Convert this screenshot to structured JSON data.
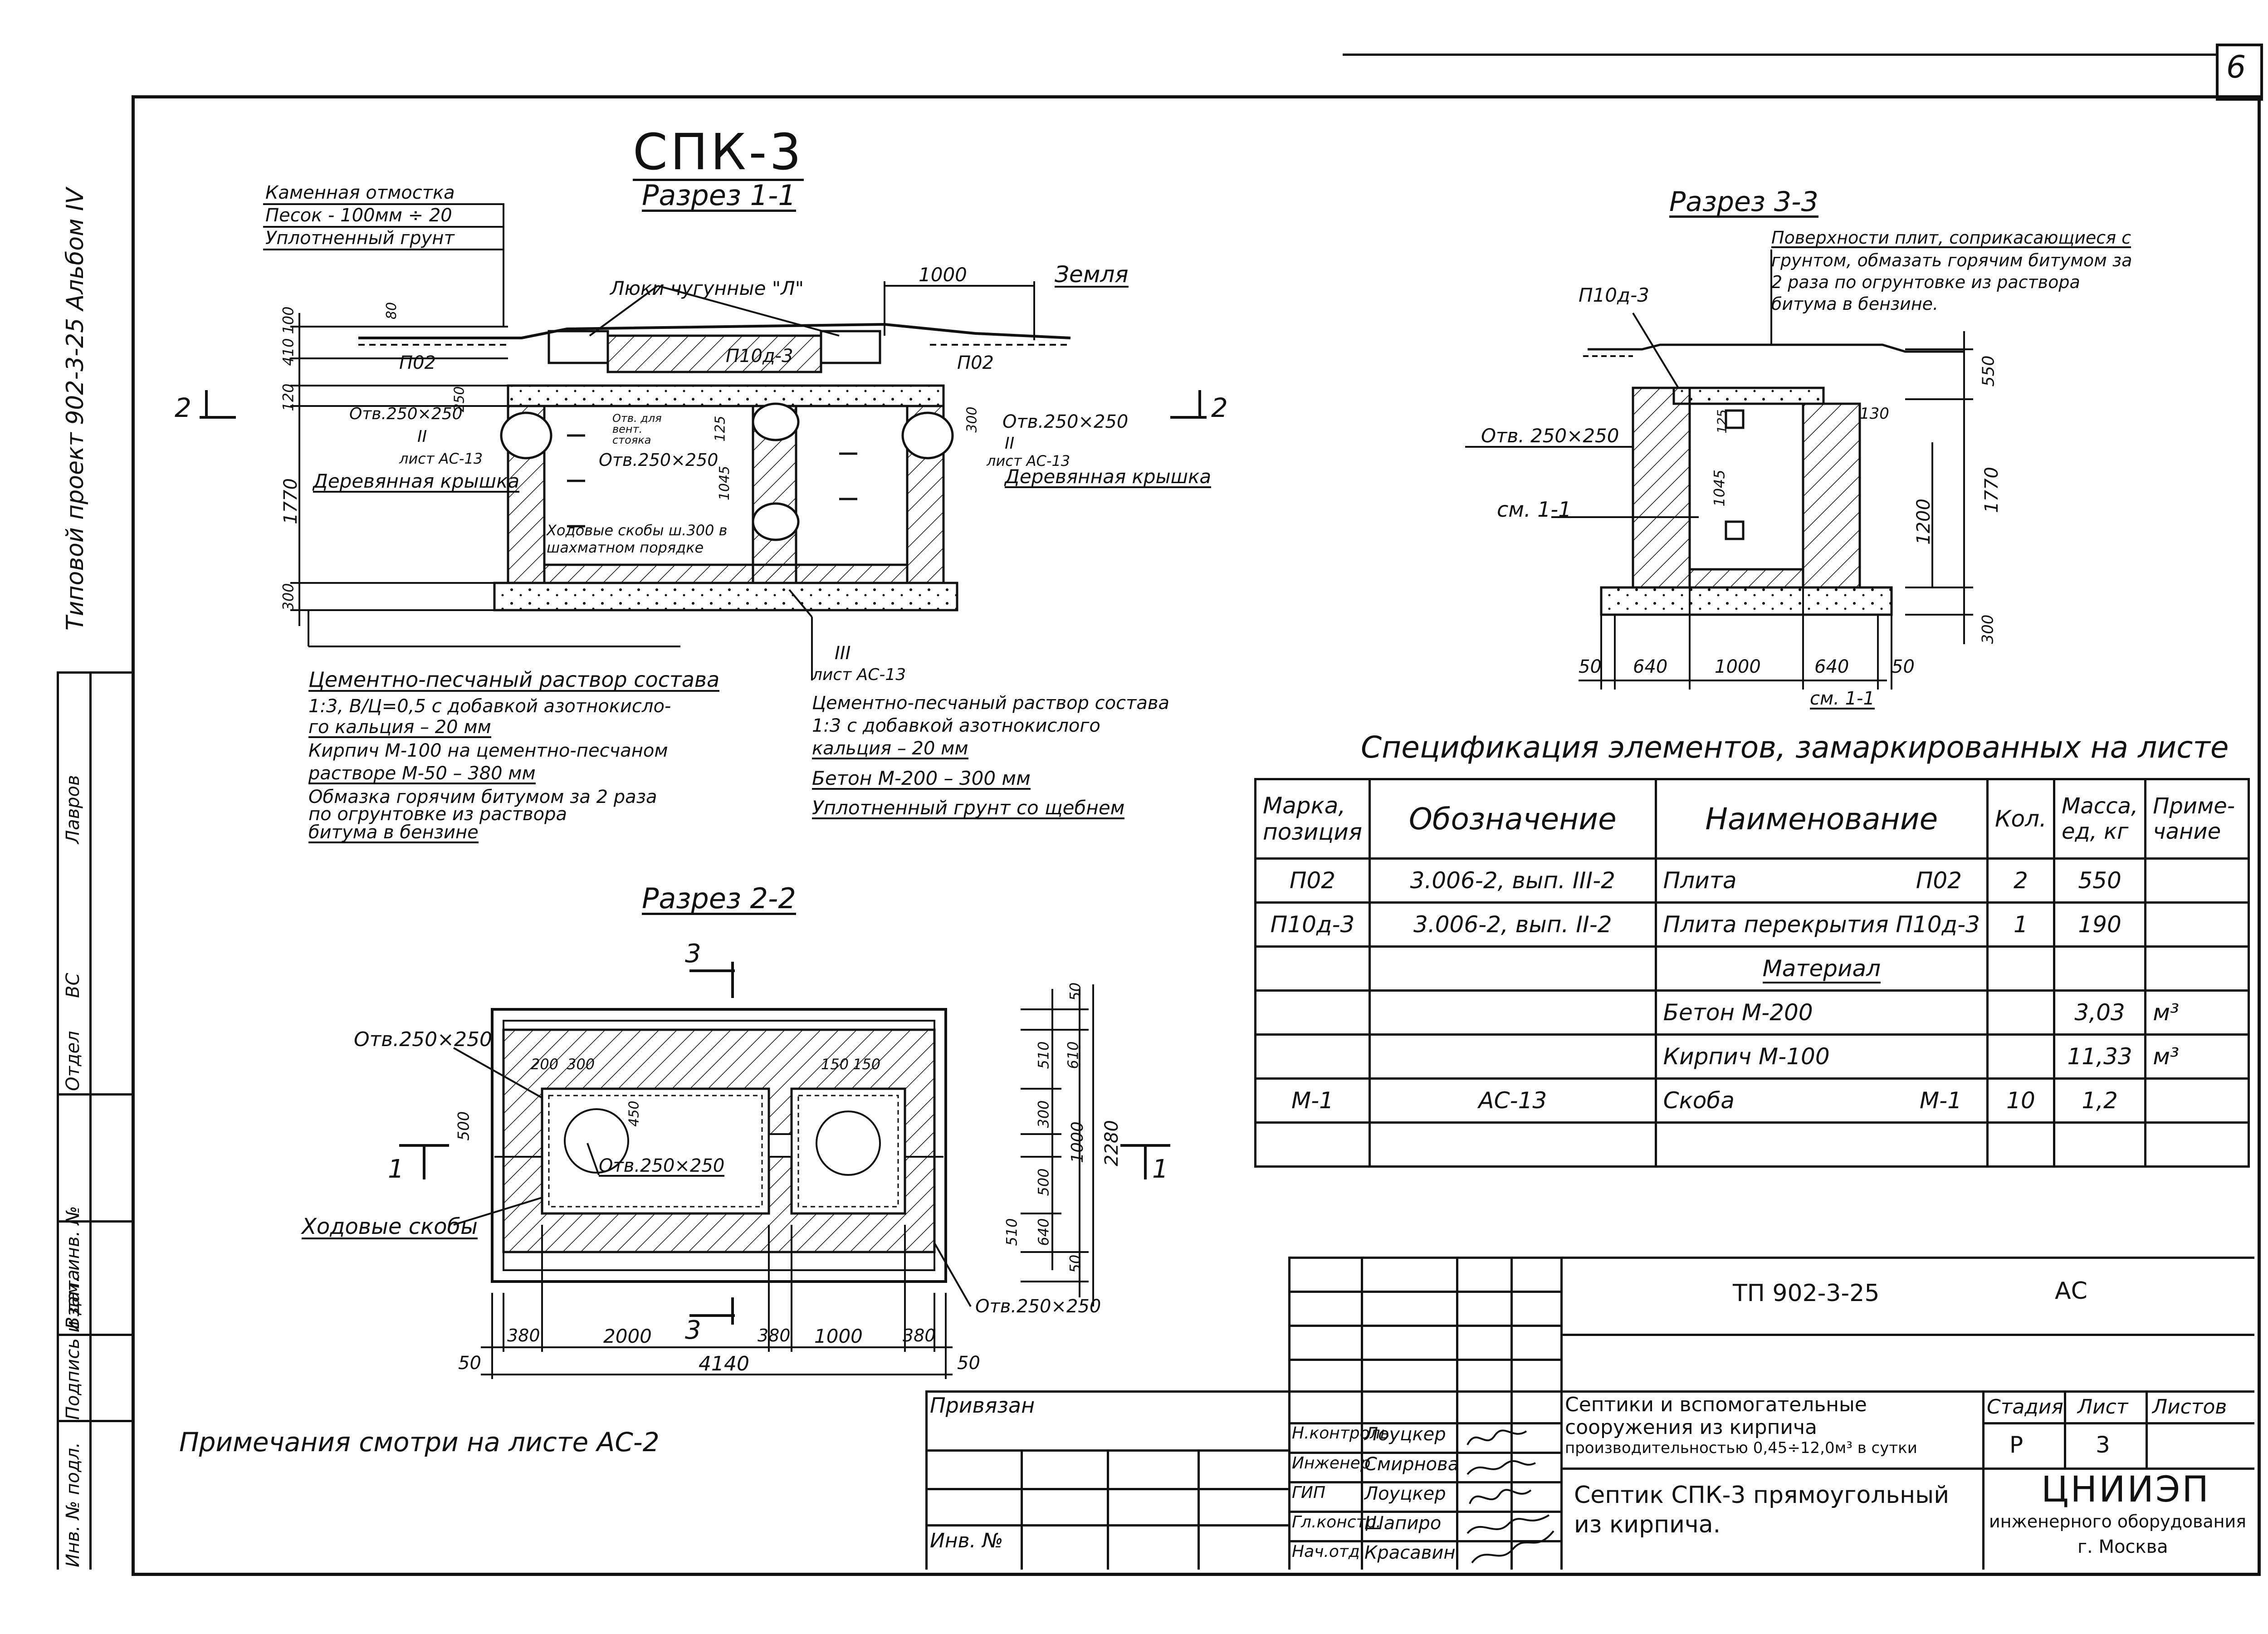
{
  "sheet_number": "6",
  "album_label": "Типовой проект 902-3-25 Альбом IV",
  "main_title": "СПК-3",
  "section_1": {
    "title": "Разрез 1-1",
    "layers": [
      "Каменная отмостка",
      "Песок - 100мм ÷ 20",
      "Уплотненный грунт"
    ],
    "labels": {
      "hatches": "Люки чугунные \"Л\"",
      "ground": "Земля",
      "w1000": "1000",
      "po2_left": "П02",
      "po2_right": "П02",
      "p10": "П10д-3",
      "hole_left": "Отв.250×250",
      "sheet_left_ii": "II",
      "sheet_left": "лист АС-13",
      "lid_left": "Деревянная крышка",
      "vent": "Отв. для вент. стояка",
      "hole_mid": "Отв.250×250",
      "d1045": "1045",
      "d125": "125",
      "d300": "300",
      "hole_right": "Отв.250×250",
      "sheet_right_ii": "II",
      "sheet_right": "лист АС-13",
      "lid_right": "Деревянная крышка",
      "rungs": "Ходовые скобы ш.300 в шахматном порядке",
      "iii": "III",
      "sheet_iii": "лист АС-13",
      "dim_100": "100",
      "dim_410": "410",
      "dim_120": "120",
      "dim_1770": "1770",
      "dim_300": "300",
      "dim_80": "80",
      "dim_250": "250",
      "cut_left": "2",
      "cut_right": "2"
    },
    "notes_left": [
      "Цементно-песчаный раствор состава",
      "1:3, В/Ц=0,5 с добавкой азотнокисло-",
      "го кальция  –            20 мм",
      "Кирпич М-100 на цементно-песчаном",
      "растворе М-50   –         380 мм",
      "Обмазка горячим битумом  за 2 раза",
      "по огрунтовке из раствора",
      "битума в бензине"
    ],
    "notes_right": [
      "Цементно-песчаный раствор состава",
      "1:3 с добавкой азотнокислого",
      "кальция –                 20 мм",
      "Бетон М-200          –    300 мм",
      "Уплотненный грунт со щебнем"
    ]
  },
  "section_3": {
    "title": "Разрез 3-3",
    "note": [
      "Поверхности плит, соприкасающиеся с",
      "грунтом, обмазать горячим битумом за",
      "2 раза по огрунтовке из раствора",
      "битума в бензине."
    ],
    "p10": "П10д-3",
    "hole": "Отв. 250×250",
    "see": "см. 1-1",
    "see2": "см. 1-1",
    "dims": [
      "50",
      "640",
      "1000",
      "640",
      "50"
    ],
    "v_dims": [
      "550",
      "1770",
      "1200",
      "300"
    ],
    "d130": "130",
    "d125": "125",
    "d1045": "1045"
  },
  "section_2": {
    "title": "Разрез 2-2",
    "hole_left": "Отв.250×250",
    "hole_mid": "Отв.250×250",
    "hole_right": "Отв.250×250",
    "rungs": "Ходовые скобы",
    "top_dims": [
      "200",
      "300",
      "150",
      "150"
    ],
    "d450": "450",
    "d500": "500",
    "right_dims": [
      "50",
      "510",
      "610",
      "300",
      "1000",
      "500",
      "510",
      "640",
      "50",
      "2280"
    ],
    "bottom_dims": [
      "380",
      "2000",
      "380",
      "1000",
      "380"
    ],
    "total": "4140",
    "edge_left": "50",
    "edge_right": "50",
    "cut_1_left": "1",
    "cut_1_right": "1",
    "cut_3_top": "3",
    "cut_3_bottom": "3"
  },
  "spec": {
    "title": "Спецификация элементов, замаркированных на листе",
    "headers": [
      "Марка, позиция",
      "Обозначение",
      "Наименование",
      "Кол.",
      "Масса, ед, кг",
      "Приме- чание"
    ],
    "rows": [
      {
        "mark": "П02",
        "code": "3.006-2, вып. III-2",
        "name": "Плита",
        "name2": "П02",
        "qty": "2",
        "mass": "550",
        "note": ""
      },
      {
        "mark": "П10д-3",
        "code": "3.006-2, вып. II-2",
        "name": "Плита перекрытия П10д-3",
        "name2": "",
        "qty": "1",
        "mass": "190",
        "note": ""
      },
      {
        "mark": "",
        "code": "",
        "name": "Материал",
        "name2": "",
        "qty": "",
        "mass": "",
        "note": ""
      },
      {
        "mark": "",
        "code": "",
        "name": "Бетон  М-200",
        "name2": "",
        "qty": "",
        "mass": "3,03",
        "note": "м³"
      },
      {
        "mark": "",
        "code": "",
        "name": "Кирпич  М-100",
        "name2": "",
        "qty": "",
        "mass": "11,33",
        "note": "м³"
      },
      {
        "mark": "М-1",
        "code": "АС-13",
        "name": "Скоба",
        "name2": "М-1",
        "qty": "10",
        "mass": "1,2",
        "note": ""
      },
      {
        "mark": "",
        "code": "",
        "name": "",
        "name2": "",
        "qty": "",
        "mass": "",
        "note": ""
      }
    ]
  },
  "notes_ref": "Примечания смотри на листе АС-2",
  "stamp": {
    "privyazan": "Привязан",
    "inv": "Инв. №",
    "project_code": "ТП 902-3-25",
    "set": "АС",
    "object": [
      "Септики и вспомогательные",
      "сооружения из кирпича",
      "производительностью 0,45÷12,0м³ в сутки"
    ],
    "sheet_title": [
      "Септик СПК-3 прямоугольный",
      "из кирпича."
    ],
    "stage_label": "Стадия",
    "sheet_label": "Лист",
    "sheets_label": "Листов",
    "stage": "Р",
    "sheet": "3",
    "org": "ЦНИИЭП",
    "org2": "инженерного оборудования",
    "city": "г. Москва",
    "staff": [
      {
        "role": "Н.контроль",
        "name": "Лоуцкер"
      },
      {
        "role": "Инженер",
        "name": "Смирнова"
      },
      {
        "role": "ГИП",
        "name": "Лоуцкер"
      },
      {
        "role": "Гл.констр.",
        "name": "Шапиро"
      },
      {
        "role": "Нач.отд.",
        "name": "Красавин"
      }
    ]
  },
  "side_stamp": {
    "otdel": "Отдел",
    "vs": "ВС",
    "lavrov": "Лавров",
    "vzam": "Взам. инв. №",
    "podpis": "Подпись и дата",
    "inv_podl": "Инв. № подл."
  }
}
